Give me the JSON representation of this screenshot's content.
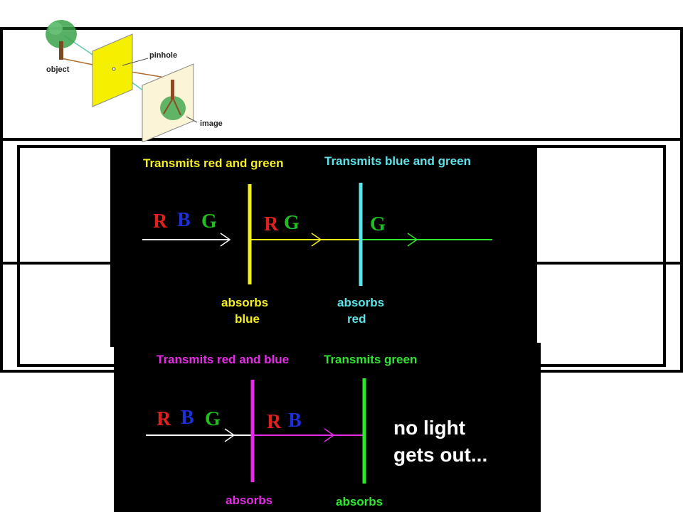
{
  "pinhole": {
    "object_label": "object",
    "pinhole_label": "pinhole",
    "image_label": "image"
  },
  "filter_top": {
    "title_left": "Transmits red and green",
    "title_right": "Transmits blue and green",
    "in_letters": {
      "r": "R",
      "b": "B",
      "g": "G"
    },
    "mid_letters": {
      "r": "R",
      "g": "G"
    },
    "out_letters": {
      "g": "G"
    },
    "absorb_left_1": "absorbs",
    "absorb_left_2": "blue",
    "absorb_right_1": "absorbs",
    "absorb_right_2": "red"
  },
  "filter_bottom": {
    "title_left": "Transmits red and blue",
    "title_right": "Transmits green",
    "in_letters": {
      "r": "R",
      "b": "B",
      "g": "G"
    },
    "mid_letters": {
      "r": "R",
      "b": "B"
    },
    "result_1": "no light",
    "result_2": "gets out...",
    "absorb_left": "absorbs",
    "absorb_right": "absorbs"
  },
  "colors": {
    "red": "#e0201c",
    "blue": "#1c2fd8",
    "green": "#1fbf1f",
    "yellow": "#f5ef1a",
    "cyan": "#5ae3e8",
    "magenta": "#e52be5",
    "bright_green": "#2ee82e"
  }
}
